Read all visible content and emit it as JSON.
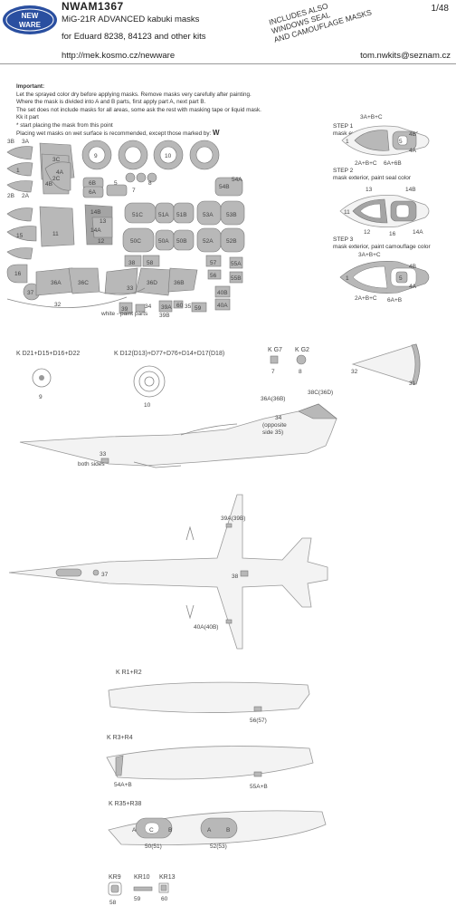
{
  "header": {
    "product_code": "NWAM1367",
    "title": "MiG-21R ADVANCED kabuki masks",
    "subtitle": "for Eduard 8238, 84123 and other kits",
    "url": "http://mek.kosmo.cz/newware",
    "email": "tom.nwkits@seznam.cz",
    "scale": "1/48",
    "logo_text": [
      "NEW",
      "WARE"
    ],
    "stamp_lines": [
      "INCLUDES ALSO",
      "WINDOWS SEAL",
      "AND CAMOUFLAGE MASKS"
    ]
  },
  "instructions": {
    "heading": "Important:",
    "lines": [
      "Let the sprayed color dry before applying masks. Remove masks very carefully after painting.",
      "Where the mask is divided into A and B parts, first apply part A, next part B.",
      "The set does not include masks for all areas, some ask the rest with masking tape or liquid mask.",
      "Kk it part",
      "* start placing the mask from this point",
      "Placing wet masks on wet surface is recommended, except those marked by:"
    ],
    "wet_symbol": "W"
  },
  "steps": [
    {
      "title": "STEP 1",
      "desc": "mask exterior, paint interior color"
    },
    {
      "title": "STEP 2",
      "desc": "mask exterior, paint seal color"
    },
    {
      "title": "STEP 3",
      "desc": "mask exterior, paint camouflage color"
    }
  ],
  "step_labels": {
    "s1": [
      "3A+B+C",
      "4B",
      "5",
      "1",
      "4A",
      "2A+B+C",
      "6A+6B"
    ],
    "s2": [
      "13",
      "14B",
      "11",
      "12",
      "16",
      "14A"
    ],
    "s3": [
      "3A+B+C",
      "4B",
      "5",
      "1",
      "4A",
      "2A+B+C",
      "6A+B"
    ]
  },
  "sheet_labels": [
    "3B",
    "3A",
    "1",
    "2B",
    "2A",
    "3C",
    "4A",
    "2C",
    "4B",
    "6B",
    "6A",
    "5",
    "7",
    "9",
    "8",
    "10",
    "11",
    "12",
    "13",
    "14A",
    "14B",
    "15",
    "16",
    "37",
    "32",
    "36A",
    "36C",
    "36D",
    "36B",
    "38",
    "39",
    "51C",
    "51A",
    "51B",
    "53A",
    "53B",
    "50C",
    "50A",
    "50B",
    "52A",
    "52B",
    "54B",
    "54A",
    "55A",
    "55B",
    "56",
    "57",
    "58",
    "59",
    "60",
    "40B",
    "40A",
    "39A",
    "39B",
    "33",
    "34",
    "35"
  ],
  "sheet_note": "white - paint parts",
  "callouts": {
    "wheels_small": "K D21+D15+D16+D22",
    "wheels_large": "K D12(D13)+D77+D76+D14+D17(D18)",
    "kg7": "K G7",
    "kg2": "K G2",
    "w7": "7",
    "w8": "8",
    "w32": "32",
    "n9": "9",
    "n10": "10",
    "n31": "31",
    "tail_a": "36A(36B)",
    "tail_b": "38C(36D)",
    "w34": "34",
    "opposite": [
      "(opposite",
      "side 35)"
    ],
    "n33": "33",
    "both_sides": "both sides",
    "n39": "39A(39B)",
    "n37": "37",
    "n38": "38",
    "n40": "40A(40B)",
    "kr1": "K R1+R2",
    "n56": "56(57)",
    "kr3": "K R3+R4",
    "n54": "54A+B",
    "n55": "55A+B",
    "kr35": "K R35+R38",
    "n50": "50(51)",
    "n52": "52(53)",
    "kr9": "KR9",
    "kr10": "KR10",
    "kr13": "KR13",
    "n58": "58",
    "n59": "59",
    "n60": "60"
  },
  "colors": {
    "mask": "#b8b8b8",
    "logo": "#2a4fa0",
    "text": "#222222"
  }
}
